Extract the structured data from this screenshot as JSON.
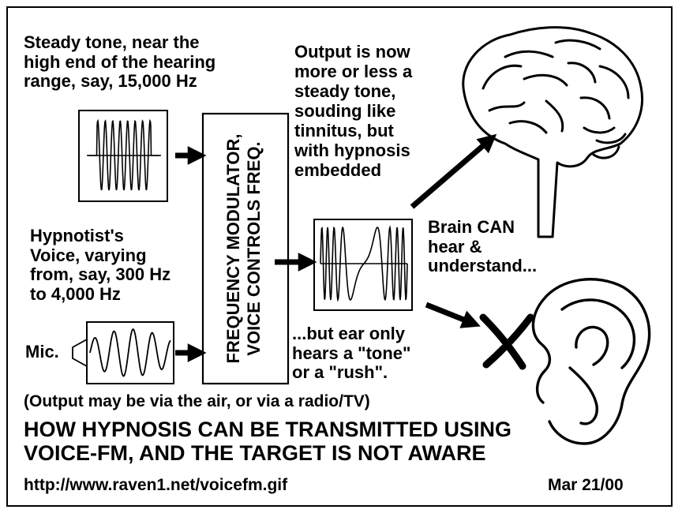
{
  "texts": {
    "carrier_label": "Steady tone, near the\nhigh end of the hearing\nrange, say,  15,000 Hz",
    "output_label": "Output is now\nmore or less a\nsteady tone,\nsouding like\ntinnitus, but\nwith hypnosis\nembedded",
    "voice_label": "Hypnotist's\nVoice, varying\nfrom, say, 300 Hz\nto 4,000 Hz",
    "modulator_label": "FREQUENCY MODULATOR,\nVOICE CONTROLS FREQ.",
    "brain_label": "Brain CAN\nhear &\nunderstand...",
    "mic_label": "Mic.",
    "ear_label": "...but ear only\nhears a \"tone\"\nor a \"rush\".",
    "output_note": "(Output may be via the air, or via a radio/TV)",
    "headline": "HOW HYPNOSIS CAN BE TRANSMITTED USING\nVOICE-FM, AND THE TARGET IS NOT AWARE",
    "url": "http://www.raven1.net/voicefm.gif",
    "date": "Mar 21/00"
  },
  "icons": [
    "carrier-wave-icon",
    "voice-wave-icon",
    "fm-output-wave-icon",
    "brain-icon",
    "ear-icon",
    "microphone-icon",
    "cross-mark-icon"
  ]
}
